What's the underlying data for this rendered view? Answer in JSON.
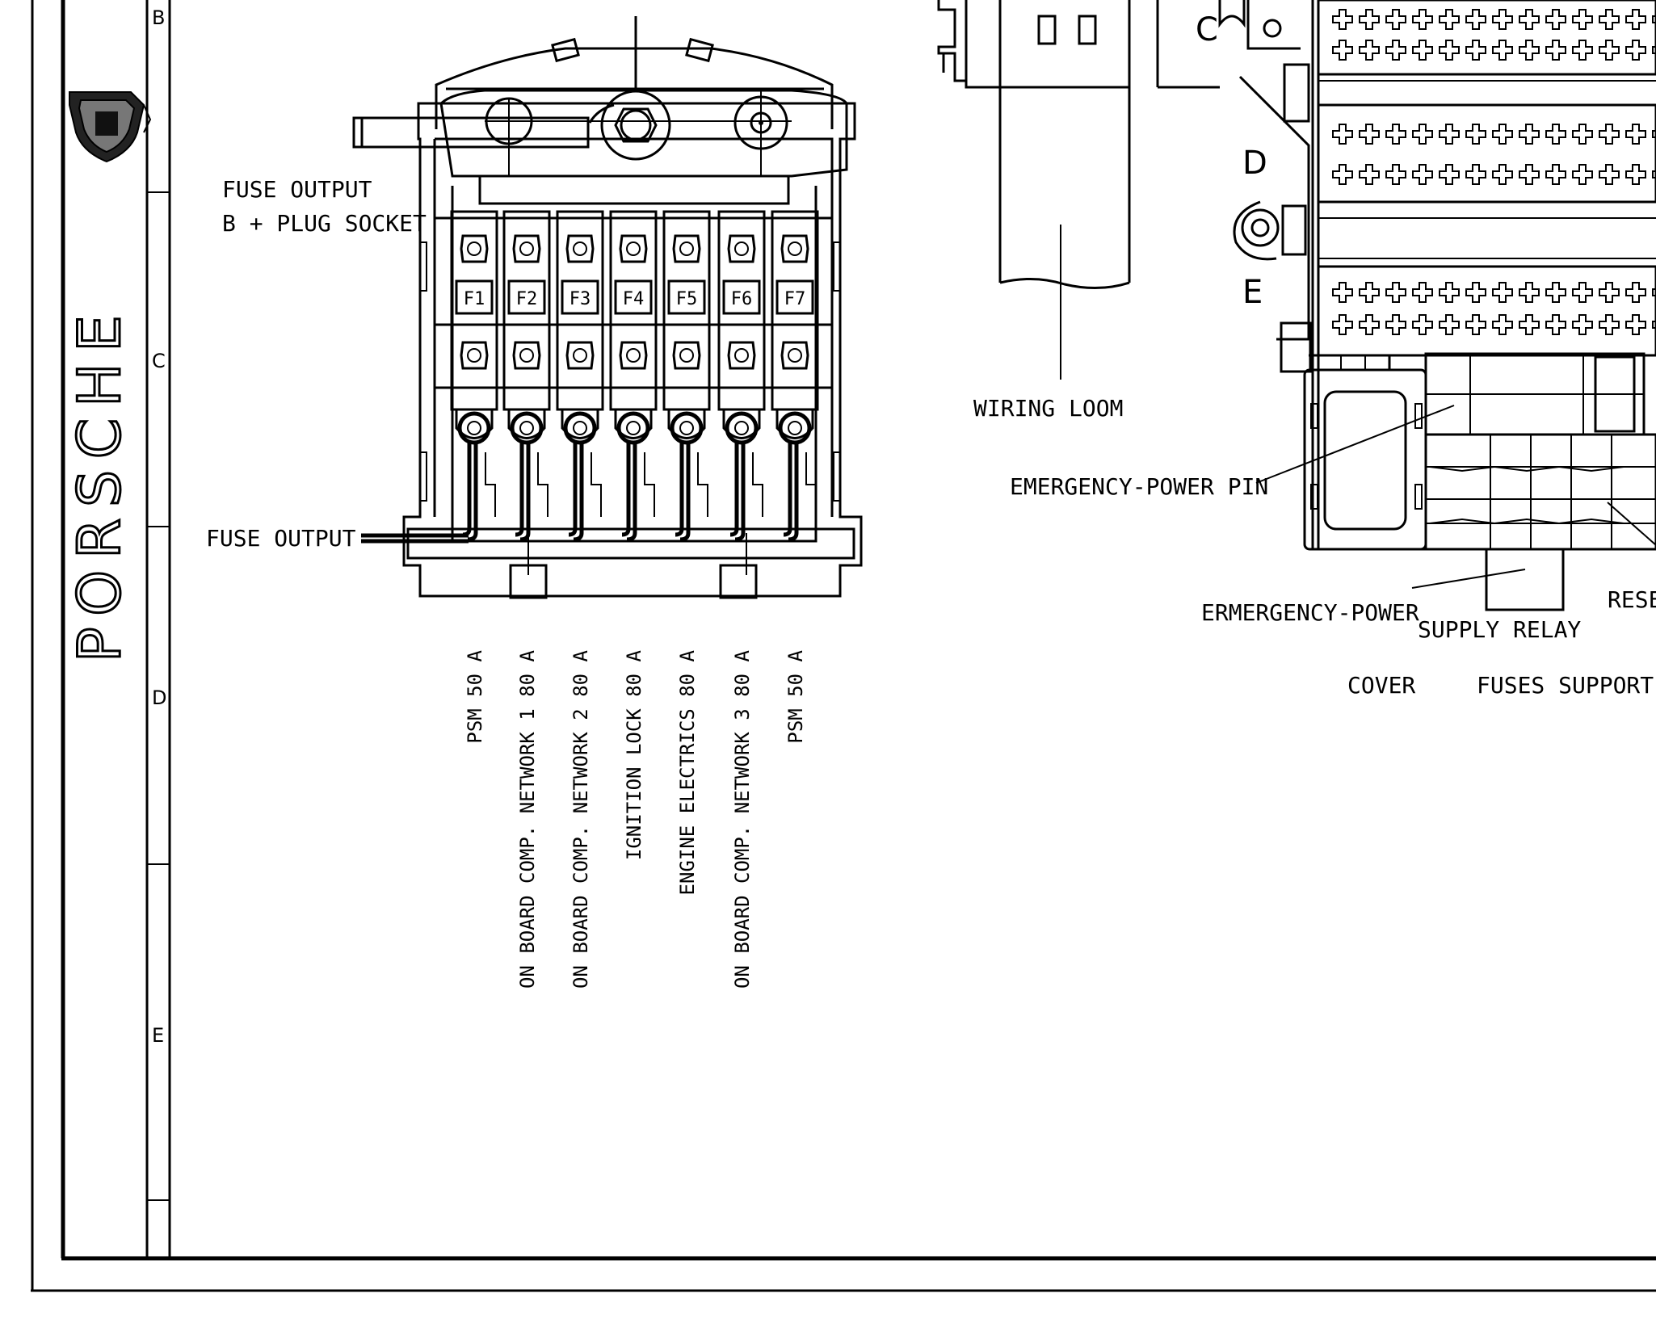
{
  "brand": {
    "name": "PORSCHE"
  },
  "grid_rows": [
    "B",
    "C",
    "D",
    "E"
  ],
  "fuse_box": {
    "fuses": [
      "F1",
      "F2",
      "F3",
      "F4",
      "F5",
      "F6",
      "F7"
    ],
    "labels": {
      "fuse_output_b_line1": "FUSE OUTPUT",
      "fuse_output_b_line2": "B + PLUG SOCKET",
      "fuse_output": "FUSE OUTPUT"
    },
    "ratings": [
      "PSM 50 A",
      "ON BOARD COMP. NETWORK 1 80 A",
      "ON BOARD COMP. NETWORK 2 80 A",
      "IGNITION LOCK 80 A",
      "ENGINE ELECTRICS 80 A",
      "ON BOARD COMP. NETWORK 3 80 A",
      "PSM 50 A"
    ]
  },
  "right_panel": {
    "connectors": [
      "C",
      "D",
      "E"
    ],
    "labels": {
      "wiring_loom": "WIRING LOOM",
      "emergency_power_pin": "EMERGENCY-POWER PIN",
      "ermergency_power": "ERMERGENCY-POWER",
      "supply_relay": "SUPPLY RELAY",
      "rese": "RESE",
      "cover": "COVER",
      "fuses_support": "FUSES SUPPORT"
    }
  }
}
